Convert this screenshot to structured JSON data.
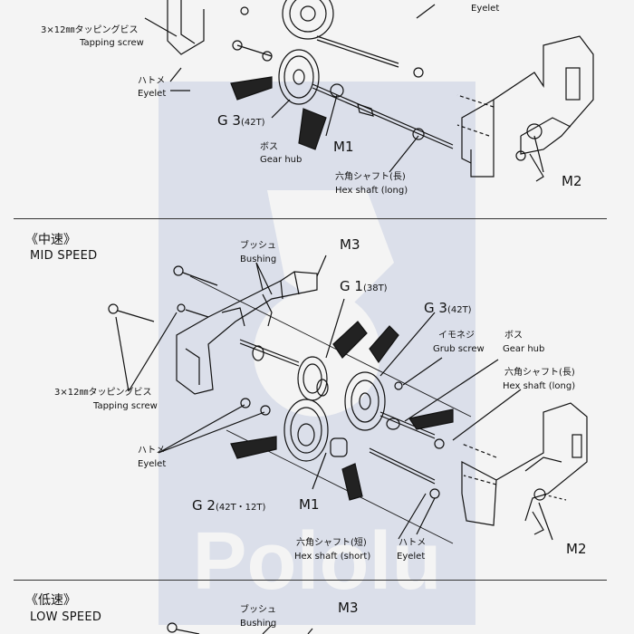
{
  "watermark": {
    "text": "Pololu"
  },
  "top_section": {
    "tapping_screw_jp": "3×12㎜タッピングビス",
    "tapping_screw_en": "Tapping screw",
    "eyelet_jp": "ハトメ",
    "eyelet_en": "Eyelet",
    "eyelet_top_en": "Eyelet",
    "g3": "G 3",
    "g3_teeth": "(42T)",
    "gear_hub_jp": "ボス",
    "gear_hub_en": "Gear hub",
    "m1": "M1",
    "hex_long_jp": "六角シャフト(長)",
    "hex_long_en": "Hex shaft (long)",
    "m2": "M2"
  },
  "mid_section": {
    "title_jp": "《中速》",
    "title_en": "MID SPEED",
    "bushing_jp": "ブッシュ",
    "bushing_en": "Bushing",
    "m3": "M3",
    "g1": "G 1",
    "g1_teeth": "(38T)",
    "g3": "G 3",
    "g3_teeth": "(42T)",
    "grub_jp": "イモネジ",
    "grub_en": "Grub screw",
    "hub_jp": "ボス",
    "hub_en": "Gear hub",
    "hex_long_jp": "六角シャフト(長)",
    "hex_long_en": "Hex shaft (long)",
    "tapping_screw_jp": "3×12㎜タッピングビス",
    "tapping_screw_en": "Tapping screw",
    "eyelet_jp": "ハトメ",
    "eyelet_en": "Eyelet",
    "g2": "G 2",
    "g2_teeth": "(42T・12T)",
    "m1": "M1",
    "hex_short_jp": "六角シャフト(短)",
    "hex_short_en": "Hex shaft (short)",
    "eyelet2_jp": "ハトメ",
    "eyelet2_en": "Eyelet",
    "m2": "M2"
  },
  "low_section": {
    "title_jp": "《低速》",
    "title_en": "LOW SPEED",
    "bushing_jp": "ブッシュ",
    "bushing_en": "Bushing",
    "m3": "M3"
  }
}
